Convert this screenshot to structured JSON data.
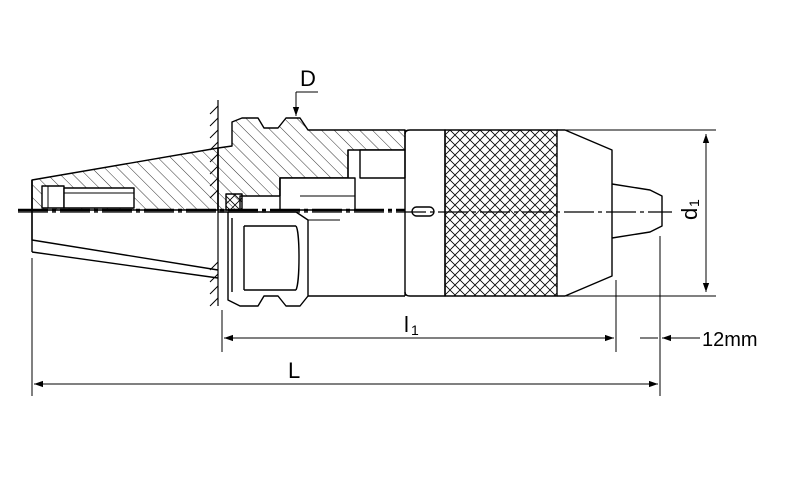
{
  "labels": {
    "d_main": "D",
    "d1_main": "d",
    "d1_sub": "1",
    "l1_main": "l",
    "l1_sub": "1",
    "L": "L",
    "gap": "12mm"
  },
  "colors": {
    "ink": "#000000",
    "background": "#ffffff"
  }
}
